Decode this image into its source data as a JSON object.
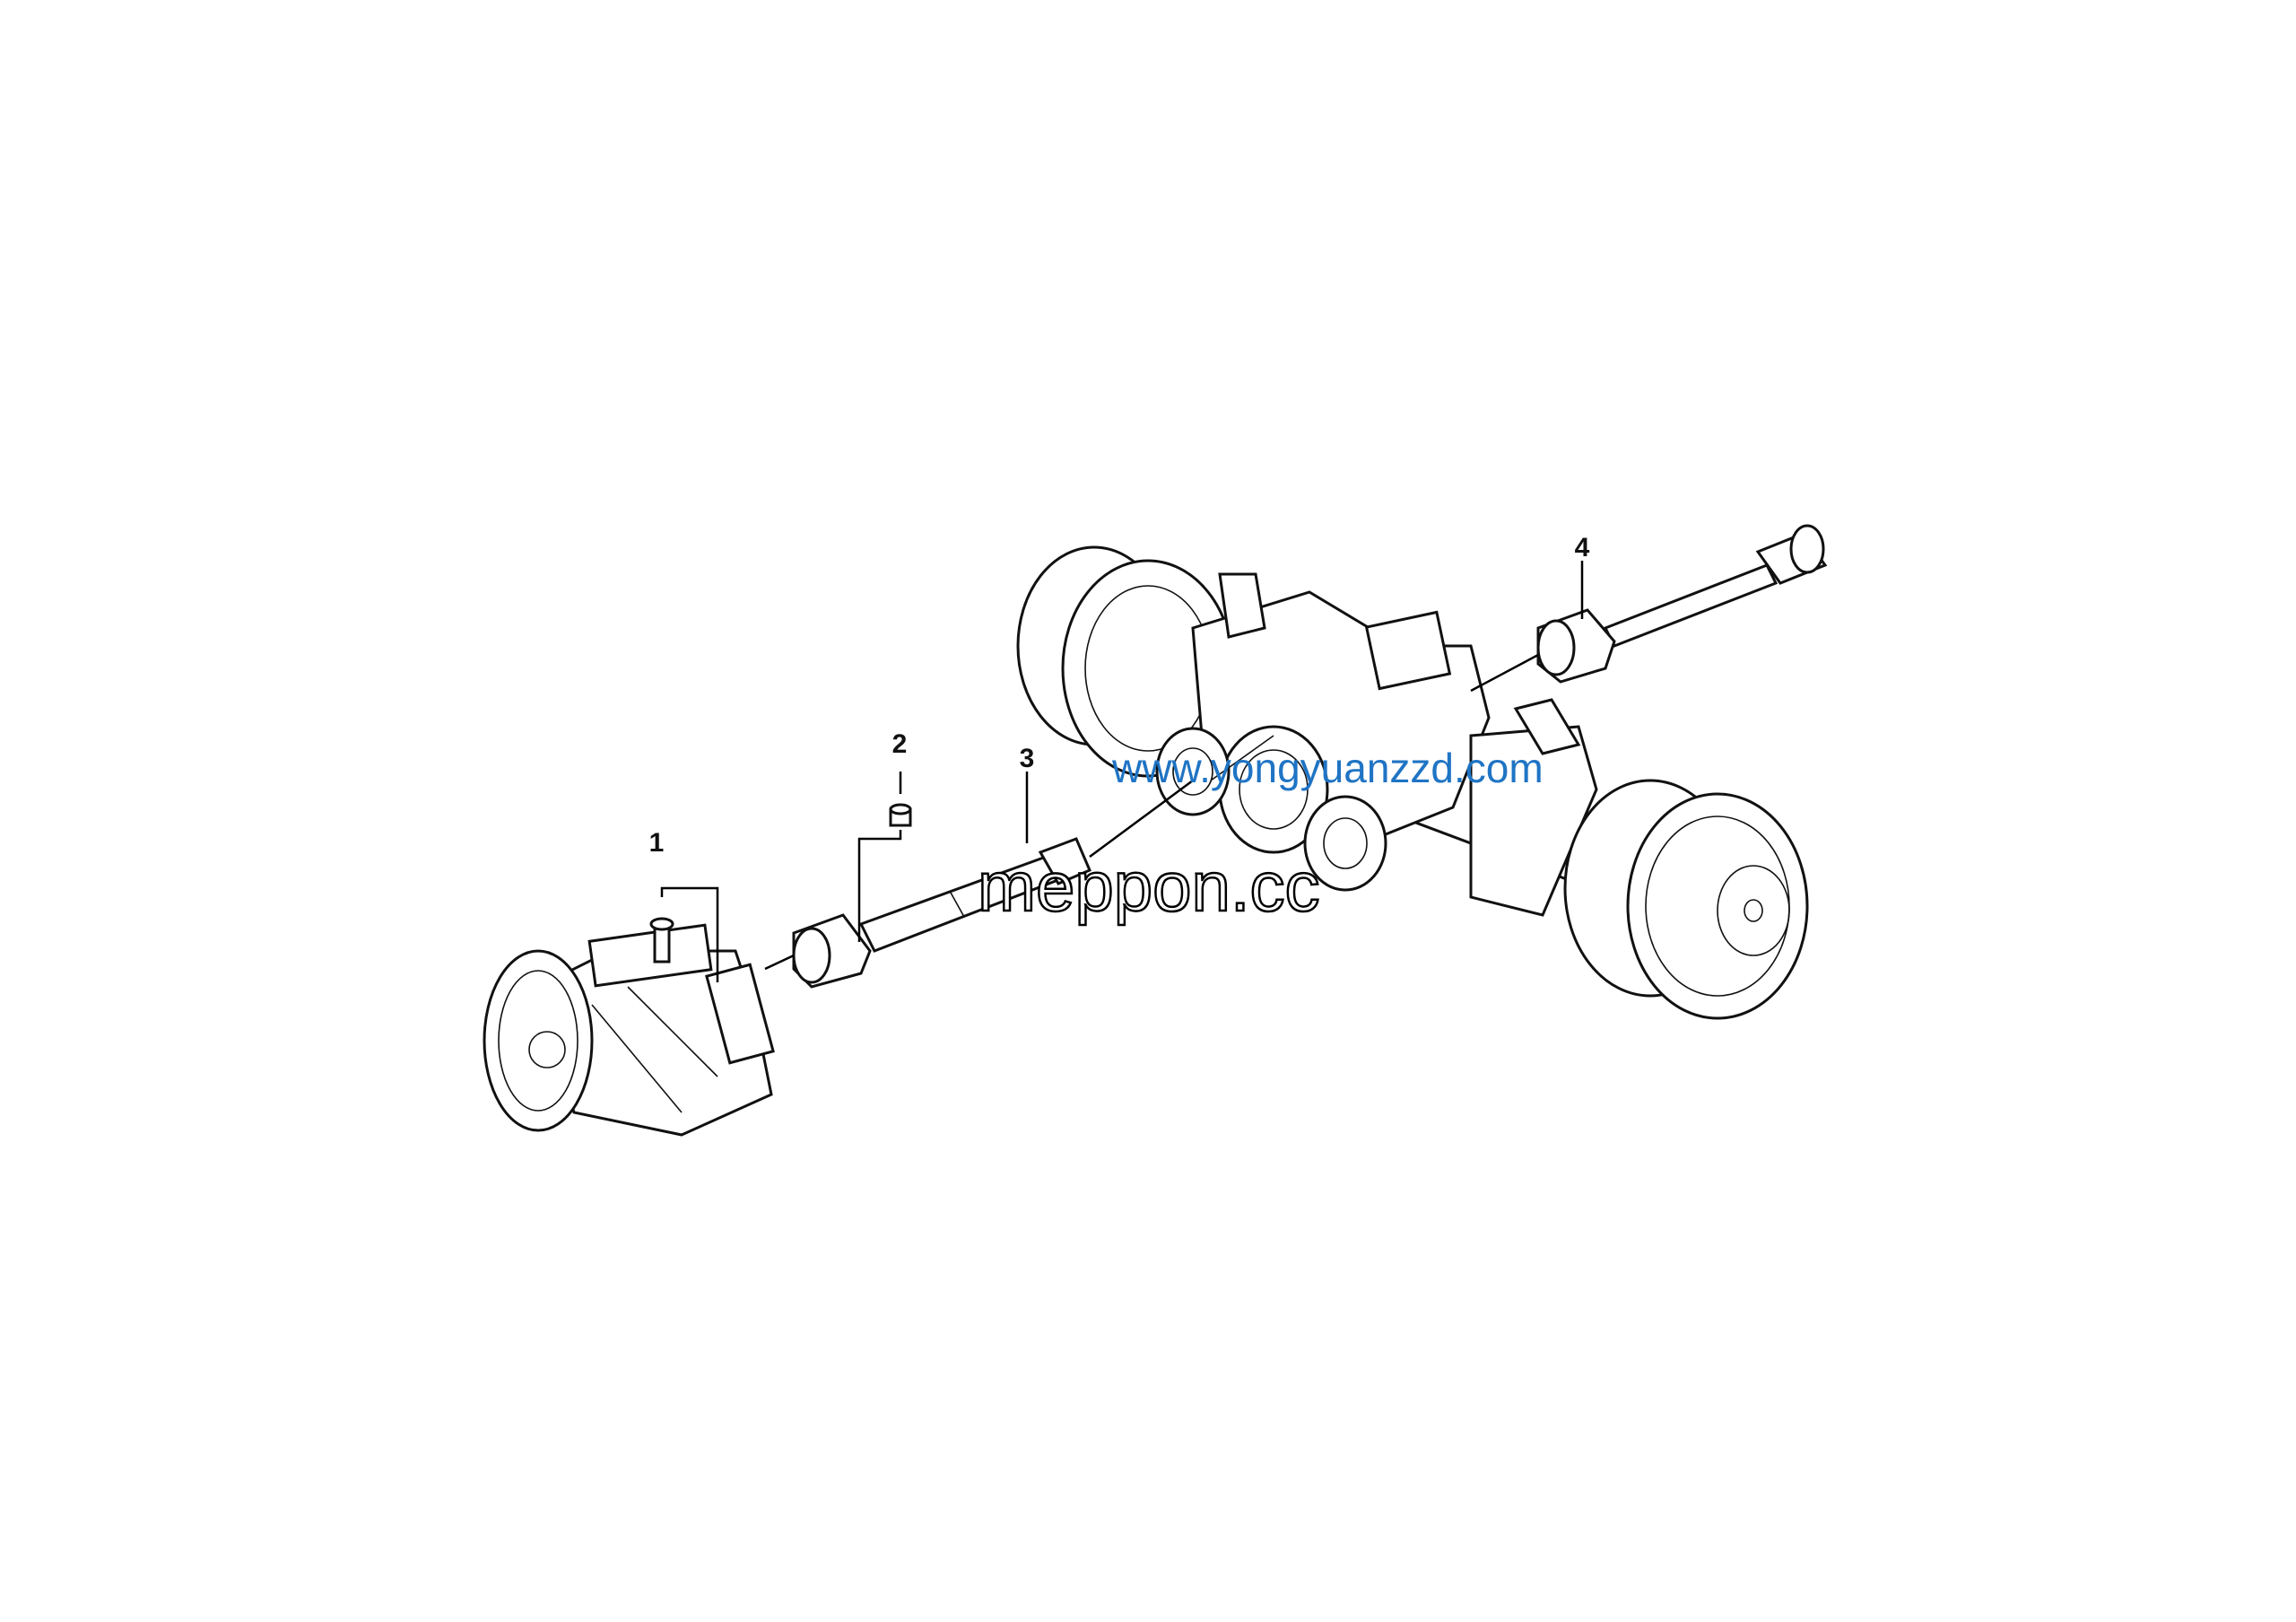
{
  "diagram": {
    "callouts": [
      {
        "id": "1",
        "label": "1"
      },
      {
        "id": "2",
        "label": "2"
      },
      {
        "id": "3",
        "label": "3"
      },
      {
        "id": "4",
        "label": "4"
      }
    ],
    "parts": [
      "bolt",
      "nut",
      "front-propeller-shaft",
      "rear-propeller-shaft",
      "transmission",
      "tandem-drive-axle"
    ]
  },
  "watermarks": {
    "primary": "www.yongyuanzzd.com",
    "secondary": "meppon.cc"
  },
  "colors": {
    "line": "#111111",
    "watermark": "#1f74c4",
    "background": "#ffffff"
  }
}
